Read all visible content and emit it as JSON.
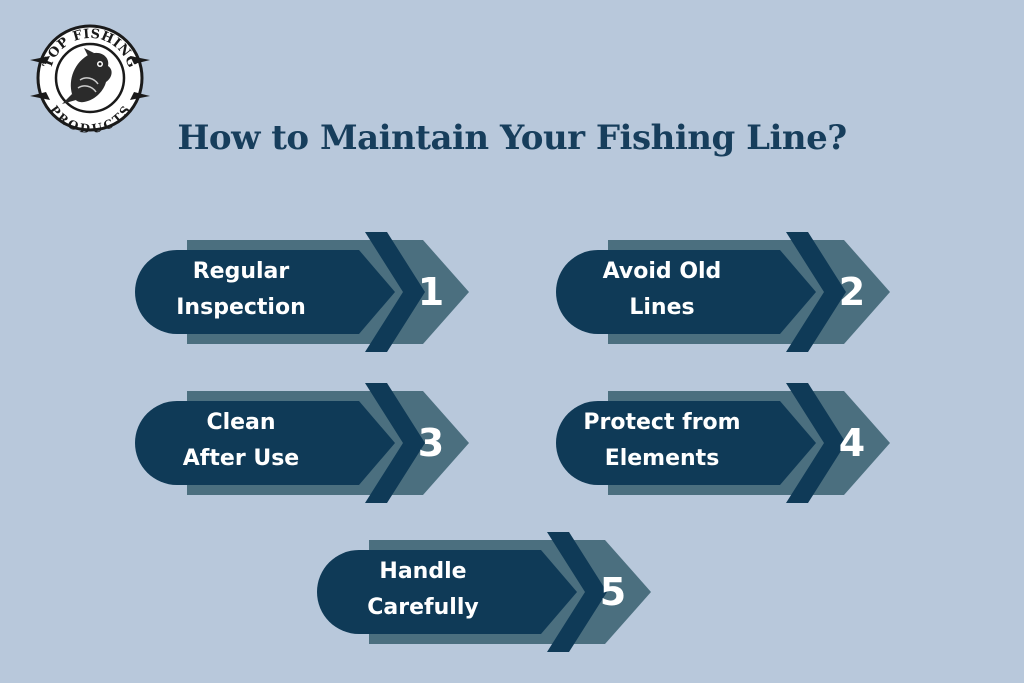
{
  "logo": {
    "text_top": "TOP FISHING",
    "text_bottom": "PRODUCTS"
  },
  "title": "How to Maintain Your Fishing Line?",
  "steps": [
    {
      "label": "Regular\nInspection",
      "number": "1"
    },
    {
      "label": "Avoid Old\nLines",
      "number": "2"
    },
    {
      "label": "Clean\nAfter Use",
      "number": "3"
    },
    {
      "label": "Protect from\nElements",
      "number": "4"
    },
    {
      "label": "Handle\nCarefully",
      "number": "5"
    }
  ],
  "colors": {
    "background": "#b8c8db",
    "title": "#173e5c",
    "pill": "#0f3a57",
    "chevron_light": "#4b6f7f",
    "chevron_dark": "#0f3a57"
  }
}
